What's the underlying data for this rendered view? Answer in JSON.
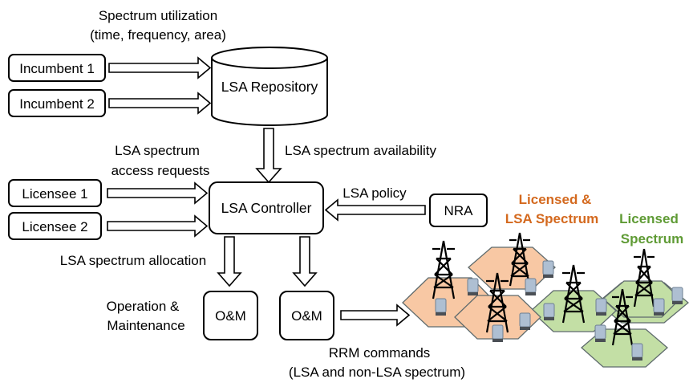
{
  "top_label": {
    "line1": "Spectrum utilization",
    "line2": "(time, frequency, area)"
  },
  "incumbents": [
    "Incumbent 1",
    "Incumbent 2"
  ],
  "repository": "LSA Repository",
  "availability_label": "LSA spectrum availability",
  "requests_label": {
    "line1": "LSA spectrum",
    "line2": "access requests"
  },
  "licensees": [
    "Licensee 1",
    "Licensee 2"
  ],
  "controller": "LSA Controller",
  "policy_label": "LSA policy",
  "nra": "NRA",
  "allocation_label": "LSA spectrum allocation",
  "om_label": {
    "line1": "Operation &",
    "line2": "Maintenance"
  },
  "om_box_1": "O&M",
  "om_box_2": "O&M",
  "rrm_label": {
    "line1": "RRM commands",
    "line2": "(LSA and non-LSA spectrum)"
  },
  "licensed_lsa": {
    "line1": "Licensed &",
    "line2": "LSA Spectrum",
    "color": "#d4691e"
  },
  "licensed": {
    "line1": "Licensed",
    "line2": "Spectrum",
    "color": "#5f9b35"
  },
  "colors": {
    "orange_cell": "#f8c8a4",
    "green_cell": "#c3dfa5"
  }
}
